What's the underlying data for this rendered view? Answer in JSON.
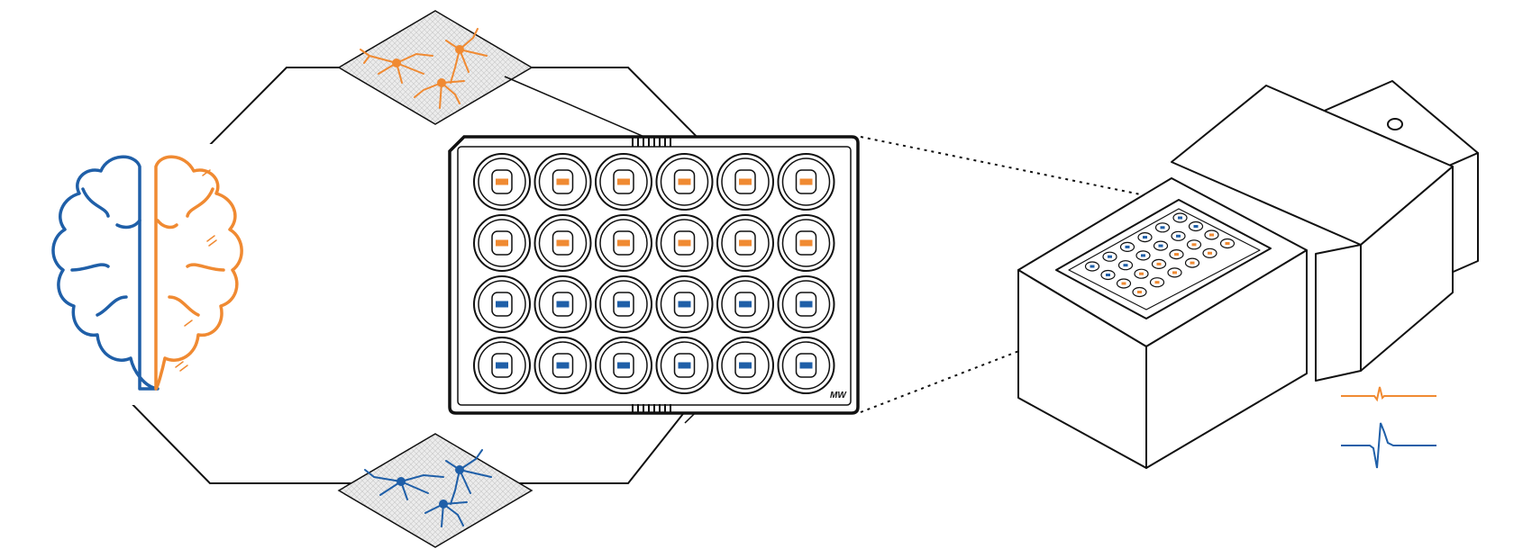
{
  "plate": {
    "rows": 4,
    "cols": 6,
    "logo_text": "MW",
    "row_groups": [
      "orange",
      "orange",
      "blue",
      "blue"
    ]
  },
  "colors": {
    "line": "#111111",
    "orange": "#f08a32",
    "blue": "#1f5fa8",
    "background": "#ffffff",
    "mesh": "#cfcfcf"
  },
  "icons": {
    "brain": "brain-hemispheres-icon",
    "neurons_orange": "neuron-culture-orange-icon",
    "neurons_blue": "neuron-culture-blue-icon",
    "device": "mea-reader-device-icon",
    "trace_orange": "spike-trace-small-icon",
    "trace_blue": "spike-trace-large-icon"
  }
}
